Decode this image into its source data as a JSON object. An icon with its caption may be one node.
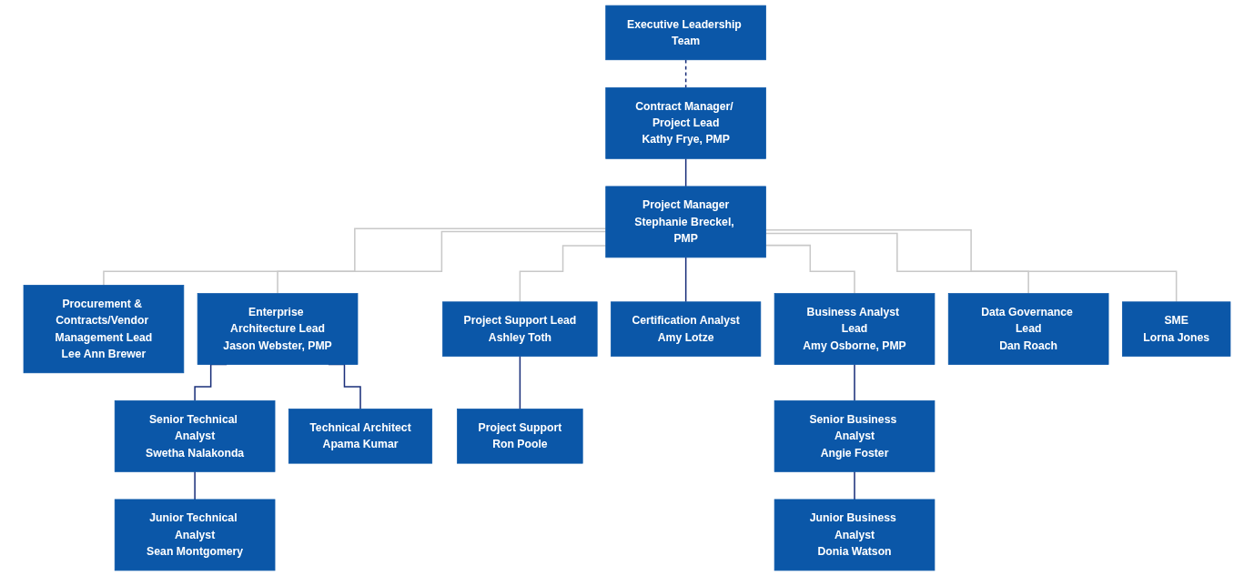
{
  "diagram": {
    "nodes": [
      {
        "text": [
          "Contract Manager/ Project Lead",
          "Kathy Frye, PMP"
        ]
      },
      {
        "text": [
          "Executive Leadership Team"
        ]
      },
      {
        "text": [
          "Project Manager",
          "Stephanie Breckel, PMP"
        ]
      },
      {
        "text": [
          "Procurement & Contracts/Vendor Management Lead",
          "Lee Ann Brewer"
        ]
      },
      {
        "text": [
          "Enterprise Architecture Lead",
          "Jason Webster, PMP"
        ]
      },
      {
        "text": [
          "Project Support Lead",
          "Ashley Toth"
        ]
      },
      {
        "text": [
          "Certification Analyst",
          "Amy Lotze"
        ]
      },
      {
        "text": [
          "Business Analyst Lead",
          "Amy Osborne, PMP"
        ]
      },
      {
        "text": [
          "Data Governance Lead",
          "Dan Roach"
        ]
      },
      {
        "text": [
          "SME",
          "Lorna Jones"
        ]
      },
      {
        "text": [
          "Senior Technical Analyst",
          "Swetha Nalakonda"
        ]
      },
      {
        "text": [
          "Technical Architect",
          "Apama Kumar"
        ]
      },
      {
        "text": [
          "Project Support",
          "Ron Poole"
        ]
      },
      {
        "text": [
          "Senior Business Analyst",
          "Angie Foster"
        ]
      },
      {
        "text": [
          "Junior Technical Analyst",
          "Sean Montgomery"
        ]
      },
      {
        "text": [
          "Junior Business Analyst",
          "Donia Watson"
        ]
      }
    ],
    "edges": [
      {
        "from": 0,
        "to": 1,
        "arrow": "none",
        "style": "dashed",
        "color": "#1a2f7a"
      },
      {
        "from": 0,
        "to": 2,
        "arrow": "none",
        "color": "#1a2f7a"
      },
      {
        "from": 2,
        "to": 3,
        "arrow": "none",
        "color": "#c8c8c8"
      },
      {
        "from": 2,
        "to": 4,
        "arrow": "none",
        "color": "#c8c8c8"
      },
      {
        "from": 2,
        "to": 5,
        "arrow": "none",
        "color": "#c8c8c8"
      },
      {
        "from": 2,
        "to": 6,
        "arrow": "none",
        "color": "#1a2f7a"
      },
      {
        "from": 2,
        "to": 7,
        "arrow": "none",
        "color": "#c8c8c8"
      },
      {
        "from": 2,
        "to": 8,
        "arrow": "none",
        "color": "#c8c8c8"
      },
      {
        "from": 2,
        "to": 9,
        "arrow": "none",
        "color": "#c8c8c8"
      },
      {
        "from": 4,
        "to": 10,
        "arrow": "none",
        "color": "#1a2f7a"
      },
      {
        "from": 4,
        "to": 11,
        "arrow": "none",
        "color": "#1a2f7a"
      },
      {
        "from": 5,
        "to": 12,
        "arrow": "none",
        "color": "#1a2f7a"
      },
      {
        "from": 7,
        "to": 13,
        "arrow": "none",
        "color": "#1a2f7a"
      },
      {
        "from": 10,
        "to": 14,
        "arrow": "none",
        "color": "#1a2f7a"
      },
      {
        "from": 13,
        "to": 15,
        "arrow": "none",
        "color": "#1a2f7a"
      }
    ]
  }
}
